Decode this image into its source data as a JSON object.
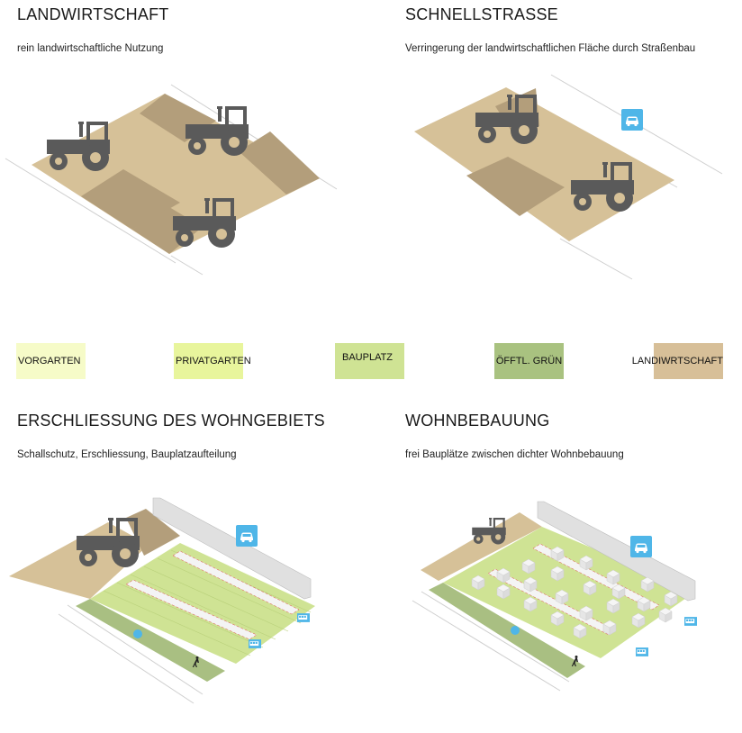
{
  "panels": [
    {
      "title": "LANDWIRTSCHAFT",
      "subtitle": "rein landwirtschaftliche Nutzung"
    },
    {
      "title": "SCHNELLSTRASSE",
      "subtitle": "Verringerung der landwirtschaftlichen Fläche durch Straßenbau"
    },
    {
      "title": "ERSCHLIESSUNG DES WOHNGEBIETS",
      "subtitle": "Schallschutz, Erschliessung, Bauplatzaufteilung"
    },
    {
      "title": "WOHNBEBAUUNG",
      "subtitle": "frei Bauplätze zwischen dichter Wohnbebauung"
    }
  ],
  "legend": [
    {
      "label": "VORGARTEN",
      "color": "#f6fbc8"
    },
    {
      "label": "PRIVATGARTEN",
      "color": "#e8f59c"
    },
    {
      "label": "BAUPLATZ",
      "color": "#cfe394"
    },
    {
      "label": "ÖFFTL. GRÜN",
      "color": "#a9c280"
    },
    {
      "label": "LANDIWRTSCHAFT",
      "color": "#d7bf98"
    }
  ],
  "colors": {
    "field_light": "#d6c198",
    "field_dark": "#b39e7b",
    "tractor": "#5a5a5a",
    "car_sign": "#4fb6e8",
    "wall": "#d9d9d9",
    "green_strip": "#a9bf82",
    "road_line": "#e05050"
  },
  "icons": [
    "tractor-icon",
    "car-sign-icon",
    "bus-sign-icon",
    "pedestrian-icon"
  ]
}
